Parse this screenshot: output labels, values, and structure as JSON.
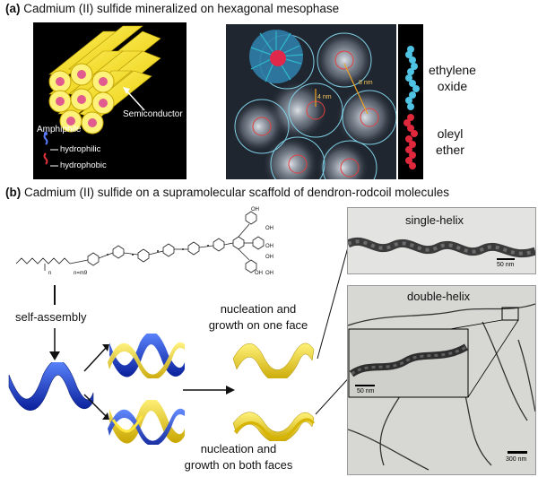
{
  "panel_a": {
    "tag": "(a)",
    "title": "Cadmium (II) sulfide mineralized on hexagonal mesophase",
    "schematic": {
      "semiconductor_label": "Semiconductor",
      "amphiphile_label": "Amphiphile",
      "hydrophilic_label": "hydrophilic",
      "hydrophobic_label": "hydrophobic"
    },
    "micrograph": {
      "spacing_label_1": "4 nm",
      "spacing_label_2": "8 nm"
    },
    "legend": {
      "ethylene_oxide": [
        "ethylene",
        "oxide"
      ],
      "oleyl_ether": [
        "oleyl",
        "ether"
      ]
    }
  },
  "panel_b": {
    "tag": "(b)",
    "title": "Cadmium (II) sulfide on a supramolecular scaffold of dendron-rodcoil molecules",
    "molecule": {
      "oh_labels": [
        "OH",
        "OH",
        "OH",
        "OH",
        "OH",
        "OH"
      ],
      "repeat_n": "n",
      "repeat_m": "n=m9"
    },
    "self_assembly": "self-assembly",
    "nucleation_one": [
      "nucleation and",
      "growth on one face"
    ],
    "nucleation_both": [
      "nucleation and",
      "growth on both faces"
    ],
    "single_helix": {
      "label": "single-helix",
      "scale": "50 nm"
    },
    "double_helix": {
      "label": "double-helix",
      "inset_scale": "50 nm",
      "scale": "300 nm"
    }
  }
}
